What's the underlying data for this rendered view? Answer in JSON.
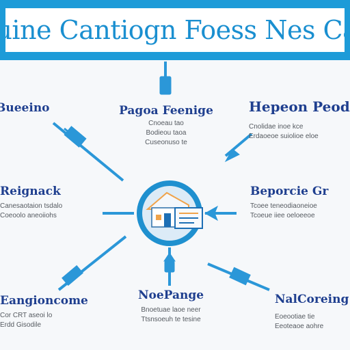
{
  "title": "Cuine Cantiogn Foess Nes Cap",
  "nodes": {
    "top_left": {
      "heading": "Bueeino",
      "lines": []
    },
    "top_center": {
      "heading": "Pagoa Feenige",
      "lines": [
        "Cnoeau tao",
        "Bodieou taoa",
        "Cuseonuso te"
      ]
    },
    "top_right": {
      "heading": "Hepeon Peod",
      "lines": [
        "Cnolidae inoe kce",
        "Erdaoeoe suiolioe eloe"
      ]
    },
    "mid_left": {
      "heading": "Reignack",
      "lines": [
        "Canesaotaion tsdalo",
        "Coeoolo aneoiiohs"
      ]
    },
    "mid_right": {
      "heading": "Beporcie Gr",
      "lines": [
        "Tcoee teneodiaoneioe",
        "Tcoeue iiee oeloeeoe"
      ]
    },
    "bottom_left": {
      "heading": "Eangioncome",
      "lines": [
        "Cor CRT aseoi lo",
        "Erdd Gisodile"
      ]
    },
    "bottom_center": {
      "heading": "NoePange",
      "lines": [
        "Bnoetuae laoe neer",
        "Ttsnsoeuh te tesine"
      ]
    },
    "bottom_right": {
      "heading": "NalCoreing",
      "lines": [
        "Eoeootiae tie",
        "Eeoteaoe aohre"
      ]
    }
  },
  "icons": {
    "hub": "house-icon",
    "connectors": "plug-icon"
  },
  "colors": {
    "banner": "#1d9bd8",
    "heading": "#1f3f8f",
    "connector": "#2b97d8",
    "hub_ring": "#1f90cf"
  }
}
